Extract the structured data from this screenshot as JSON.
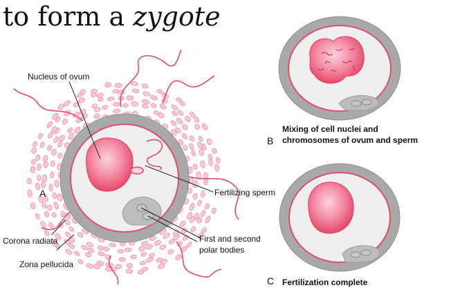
{
  "title": {
    "prefix": "to form a ",
    "emphasis": "zygote"
  },
  "panel_a": {
    "letter": "A",
    "labels": {
      "nucleus": "Nucleus of ovum",
      "sperm": "Fertilizing sperm",
      "corona": "Corona radiata",
      "zona": "Zona pellucida",
      "polar_line1": "First and second",
      "polar_line2": "polar bodies"
    }
  },
  "panel_b": {
    "letter": "B",
    "caption_line1": "Mixing of cell nuclei and",
    "caption_line2": "chromosomes of ovum and sperm"
  },
  "panel_c": {
    "letter": "C",
    "caption": "Fertilization complete"
  },
  "colors": {
    "cell_fill": "#efefef",
    "zona_fill": "#a9a9a9",
    "membrane": "#e34b6b",
    "nucleus_center": "#f7b7c7",
    "nucleus_edge": "#e8506f",
    "corona_cell": "#f8c8d3"
  }
}
